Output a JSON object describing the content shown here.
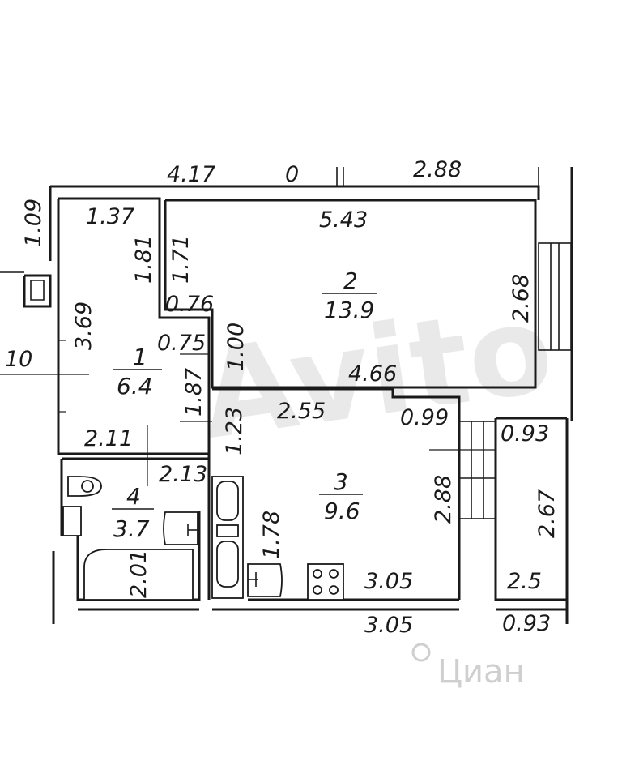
{
  "dimensions": {
    "top_left": "4.17",
    "top_mid": "0",
    "top_right": "2.88",
    "left_top": "1.09",
    "left_edge": "10",
    "room1_top": "1.37",
    "room1_right": "1.81",
    "room1_height": "3.69",
    "room1_bottom": "2.11",
    "room2_wall_left": "1.71",
    "room2_notch": "0.76",
    "room2_width": "5.43",
    "room2_height": "2.68",
    "room2_bottom": "4.66",
    "corridor_a": "0.75",
    "corridor_b": "1.00",
    "corridor_c": "1.87",
    "corridor_d": "1.23",
    "room3_top": "2.55",
    "room3_notch": "0.99",
    "room3_height": "2.88",
    "room3_inner": "1.78",
    "room3_bottom": "3.05",
    "balcony_top": "0.93",
    "balcony_height": "2.67",
    "balcony_bottom": "2.5",
    "room4_top": "2.13",
    "room4_bath": "2.01"
  },
  "rooms": {
    "r1": {
      "number": "1",
      "area": "6.4"
    },
    "r2": {
      "number": "2",
      "area": "13.9"
    },
    "r3": {
      "number": "3",
      "area": "9.6"
    },
    "r4": {
      "number": "4",
      "area": "3.7"
    }
  },
  "cutoff": {
    "bottom_mid": "3.05",
    "bottom_right": "0.93"
  },
  "watermark": {
    "big": "Avito",
    "brand": "Циан"
  }
}
